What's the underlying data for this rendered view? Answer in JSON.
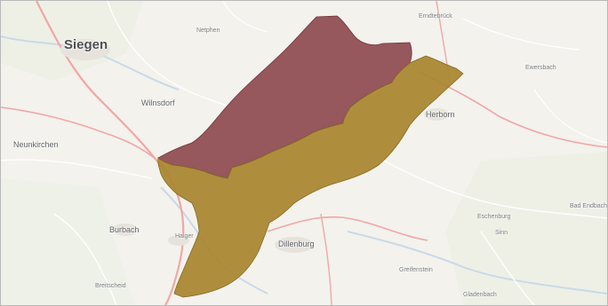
{
  "map": {
    "places": {
      "siegen": "Siegen",
      "wilnsdorf": "Wilnsdorf",
      "neunkirchen": "Neunkirchen",
      "herborn": "Herborn",
      "dillenburg": "Dillenburg",
      "burbach": "Burbach",
      "haiger": "Haiger",
      "ewersbach": "Ewersbach",
      "bad_endbach": "Bad Endbach",
      "sinn": "Sinn",
      "eschenburg": "Eschenburg",
      "breitscheid": "Breitscheid",
      "gladenbach": "Gladenbach",
      "erndtebrueck": "Erndtebrück",
      "netphen": "Netphen",
      "greifenstein": "Greifenstein"
    },
    "regions": {
      "northern_fill": "#8e4a50",
      "southern_fill": "#a8862e"
    },
    "colors": {
      "background": "#f3f2ed",
      "road_major": "#f2a6a6",
      "road_minor": "#ffffff",
      "water": "#c9d9e6",
      "border": "#b8b8b8"
    }
  }
}
